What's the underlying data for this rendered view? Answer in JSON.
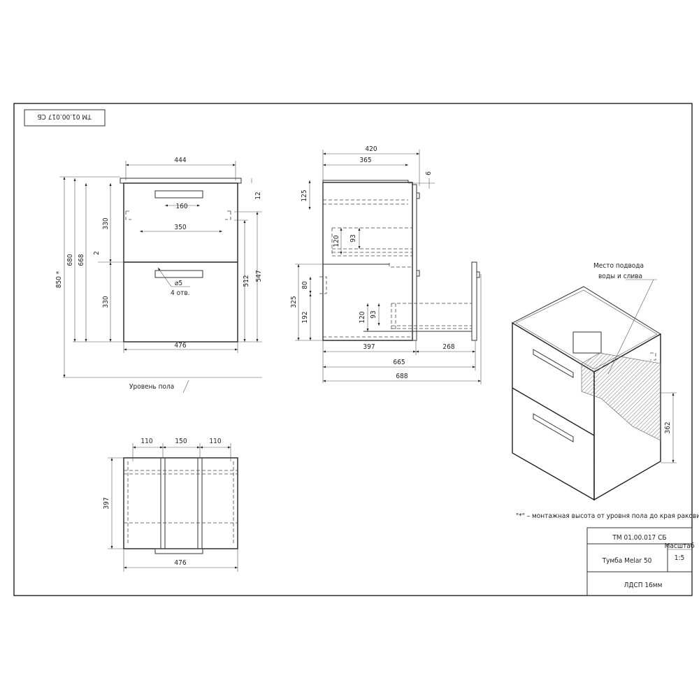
{
  "stamp_rotated": "ТМ 01.00.017 СБ",
  "front_view": {
    "dims": {
      "w444": "444",
      "w476": "476",
      "h850": "850 *",
      "h680": "680",
      "h668": "668",
      "h330a": "330",
      "h330b": "330",
      "gap2": "2",
      "h12": "12",
      "h512": "512",
      "h547": "547",
      "handle160": "160",
      "mount350": "350"
    },
    "hole_note": "⌀5",
    "hole_count": "4 отв.",
    "floor_label": "Уровень пола"
  },
  "side_view": {
    "dims": {
      "d420": "420",
      "d365": "365",
      "t6": "6",
      "h125": "125",
      "h120a": "120",
      "h93a": "93",
      "h325": "325",
      "h80": "80",
      "h192": "192",
      "h120b": "120",
      "h93b": "93",
      "d397": "397",
      "d268": "268",
      "d665": "665",
      "d688": "688"
    }
  },
  "bottom_view": {
    "dims": {
      "a110": "110",
      "b150": "150",
      "c110": "110",
      "d397": "397",
      "w476": "476"
    }
  },
  "iso_view": {
    "label_line1": "Место подвода",
    "label_line2": "воды и слива",
    "h362": "362"
  },
  "note": "\"*\" – монтажная высота от уровня пола до края раковины",
  "title_block": {
    "doc_code": "ТМ 01.00.017 СБ",
    "product": "Тумба Melar 50",
    "scale_label": "Масштаб",
    "scale": "1:5",
    "material": "ЛДСП 16мм"
  }
}
